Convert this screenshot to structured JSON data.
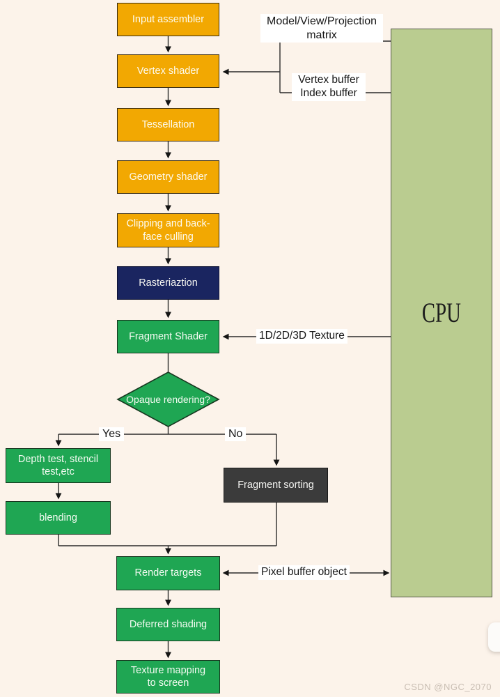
{
  "nodes": {
    "input_assembler": {
      "label": "Input assembler"
    },
    "vertex_shader": {
      "label": "Vertex shader"
    },
    "tessellation": {
      "label": "Tessellation"
    },
    "geometry_shader": {
      "label": "Geometry shader"
    },
    "clipping_culling": {
      "label": "Clipping and back-\nface culling"
    },
    "rasterization": {
      "label": "Rasteriaztion"
    },
    "fragment_shader": {
      "label": "Fragment Shader"
    },
    "opaque_rendering": {
      "label": "Opaque rendering?"
    },
    "depth_stencil_test": {
      "label": "Depth test, stencil\ntest,etc"
    },
    "blending": {
      "label": "blending"
    },
    "fragment_sorting": {
      "label": "Fragment sorting"
    },
    "render_targets": {
      "label": "Render targets"
    },
    "deferred_shading": {
      "label": "Deferred shading"
    },
    "texture_mapping": {
      "label": "Texture mapping\nto screen"
    },
    "cpu": {
      "label": "CPU"
    }
  },
  "edge_labels": {
    "mvp_matrix": "Model/View/Projection\nmatrix",
    "buffers": "Vertex buffer\nIndex buffer",
    "texture": "1D/2D/3D Texture",
    "pixel_buffer": "Pixel buffer object",
    "yes": "Yes",
    "no": "No"
  },
  "watermark": "CSDN @NGC_2070",
  "colors": {
    "fixed_stage": "#F2A802",
    "programmable_stage": "#1FA653",
    "rasterizer_stage": "#1A2560",
    "sorting_stage": "#3B3B3B",
    "cpu_block": "#BACC90",
    "line": "#2B2B2B",
    "background": "#FCF3EA"
  }
}
